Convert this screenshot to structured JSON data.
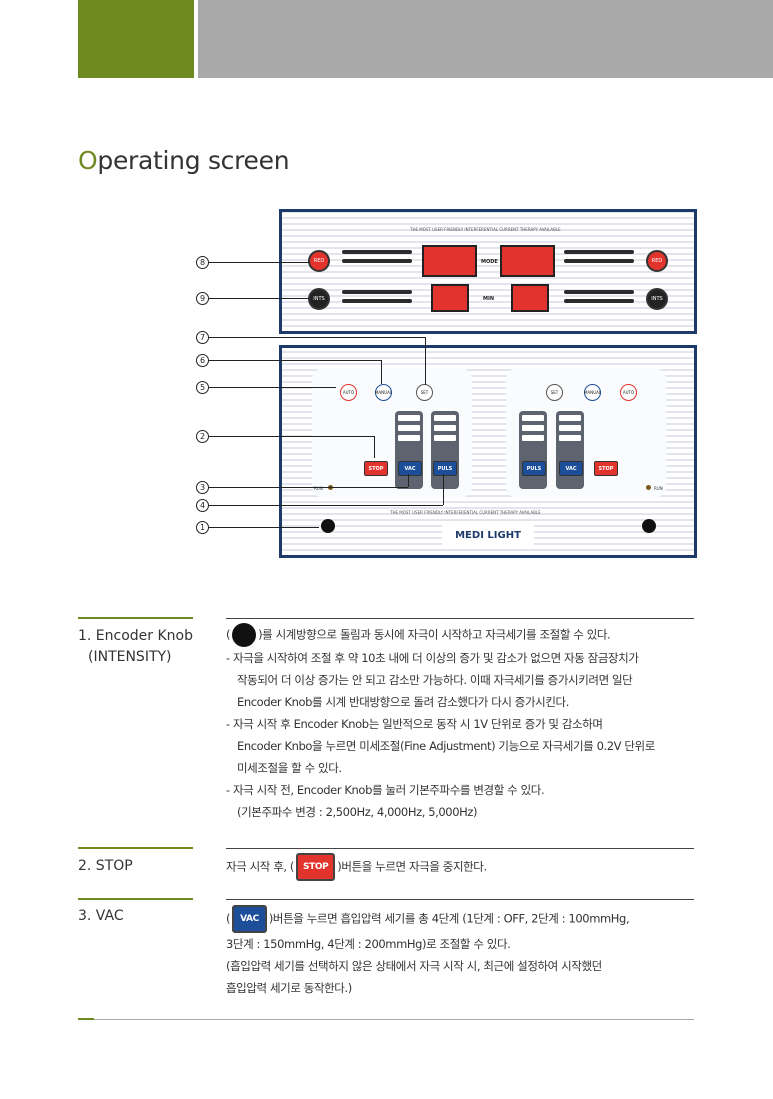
{
  "page": {
    "title_first_letter": "O",
    "title_rest": "perating screen"
  },
  "figure": {
    "tagline": "THE MOST USER FRIENDLY INTERFERENTIAL CURRENT THERAPY AVAILABLE",
    "red_button": "RED",
    "ints_button": "INTS",
    "mode_label": "MODE",
    "min_label": "MIN",
    "auto_button": "AUTO",
    "manual_button": "MANUAL",
    "set_button": "SET",
    "stop_button": "STOP",
    "vac_button": "VAC",
    "puls_button": "PULS",
    "run_label": "RUN",
    "brand": "MEDI LIGHT",
    "callouts": [
      "8",
      "9",
      "7",
      "6",
      "5",
      "2",
      "3",
      "4",
      "1"
    ]
  },
  "items": [
    {
      "term_line1": "1. Encoder Knob",
      "term_line2": "(INTENSITY)",
      "line1_open": "(",
      "line1_after": ")를 시계방향으로 돌림과 동시에 자극이 시작하고 자극세기를 조절할 수 있다.",
      "b1_l1": "- 자극을 시작하여 조절 후 약 10초 내에 더 이상의 증가 및 감소가 없으면 자동 잠금장치가",
      "b1_l2": "작동되어 더 이상 증가는 안 되고 감소만 가능하다. 이때 자극세기를 증가시키려면 일단",
      "b1_l3": "Encoder Knob를 시계 반대방향으로 돌려 감소했다가 다시 증가시킨다.",
      "b2_l1": "- 자극 시작 후 Encoder Knob는 일반적으로 동작 시 1V 단위로 증가 및 감소하며",
      "b2_l2": "Encoder Knbo을 누르면 미세조절(Fine Adjustment) 기능으로 자극세기를 0.2V 단위로",
      "b2_l3": "미세조절을 할 수 있다.",
      "b3_l1": "- 자극 시작 전, Encoder Knob를 눌러 기본주파수를 변경할 수 있다.",
      "b3_l2": "(기본주파수 변경 : 2,500Hz, 4,000Hz, 5,000Hz)"
    },
    {
      "term": "2. STOP",
      "text_before": "자극 시작 후, (",
      "button": "STOP",
      "text_after": ")버튼을 누르면 자극을 중지한다."
    },
    {
      "term": "3. VAC",
      "open": "(",
      "button": "VAC",
      "l1_after": ")버튼을 누르면 흡입압력 세기를 총 4단계 (1단계 : OFF, 2단계 : 100mmHg,",
      "l2": "3단계 : 150mmHg, 4단계 : 200mmHg)로 조절할 수 있다.",
      "l3": "(흡입압력 세기를 선택하지 않은 상태에서 자극 시작 시, 최근에 설정하여 시작했던",
      "l4": "흡입압력 세기로 동작한다.)"
    }
  ]
}
